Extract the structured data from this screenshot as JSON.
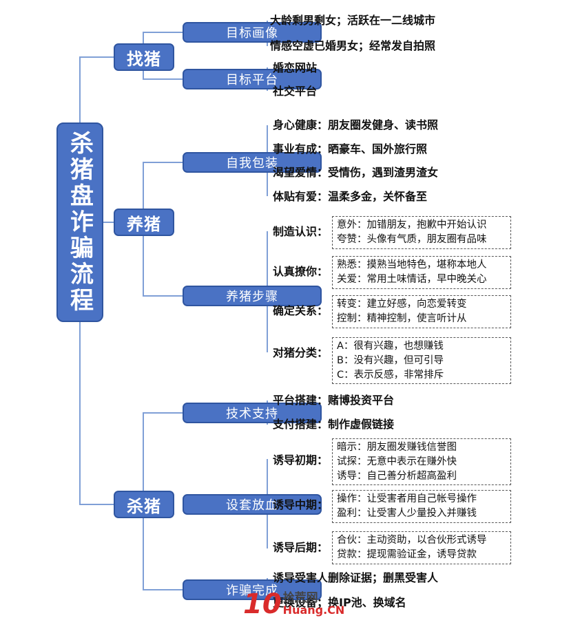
{
  "root": {
    "title": "杀猪盘诈骗流程"
  },
  "stages": [
    {
      "label": "找猪"
    },
    {
      "label": "养猪"
    },
    {
      "label": "杀猪"
    }
  ],
  "branches": {
    "target_profile": {
      "label": "目标画像",
      "items": [
        "大龄剩男剩女；活跃在一二线城市",
        "情感空虚已婚男女；经常发自拍照"
      ]
    },
    "target_platform": {
      "label": "目标平台",
      "items": [
        "婚恋网站",
        "社交平台"
      ]
    },
    "self_packaging": {
      "label": "自我包装",
      "items": [
        "身心健康：朋友圈发健身、读书照",
        "事业有成：晒豪车、国外旅行照",
        "渴望爱情：受情伤，遇到渣男渣女",
        "体贴有爱：温柔多金，关怀备至"
      ]
    },
    "raising_steps": {
      "label": "养猪步骤",
      "steps": [
        {
          "name": "制造认识：",
          "lines": [
            "意外：加错朋友，抱歉中开始认识",
            "夸赞：头像有气质，朋友圈有品味"
          ]
        },
        {
          "name": "认真撩你：",
          "lines": [
            "熟悉：摸熟当地特色，堪称本地人",
            "关爱：常用土味情话，早中晚关心"
          ]
        },
        {
          "name": "确定关系：",
          "lines": [
            "转变：建立好感，向恋爱转变",
            "控制：精神控制，使言听计从"
          ]
        },
        {
          "name": "对猪分类：",
          "lines": [
            "A：很有兴趣，也想赚钱",
            "B：没有兴趣，但可引导",
            "C：表示反感，非常排斥"
          ]
        }
      ]
    },
    "tech_support": {
      "label": "技术支持",
      "items": [
        "平台搭建：赌博投资平台",
        "支付搭建：制作虚假链接"
      ]
    },
    "bloodletting": {
      "label": "设套放血",
      "steps": [
        {
          "name": "诱导初期：",
          "lines": [
            "暗示：朋友圈发赚钱信誉图",
            "试探：无意中表示在赚外快",
            "诱导：自己善分析超高盈利"
          ]
        },
        {
          "name": "诱导中期：",
          "lines": [
            "操作：让受害者用自己帐号操作",
            "盈利：让受害人少量投入并赚钱"
          ]
        },
        {
          "name": "诱导后期：",
          "lines": [
            "合伙：主动资助，以合伙形式诱导",
            "贷款：提现需验证金，诱导贷款"
          ]
        }
      ]
    },
    "fraud_done": {
      "label": "诈骗完成",
      "items": [
        "诱导受害人删除证据；删黑受害人",
        "更换设备；换IP池、换域名"
      ]
    }
  },
  "watermark": {
    "number": "10",
    "brand": "拾荒网",
    "url": "Huang.CN"
  },
  "colors": {
    "box_fill": "#4a72c4",
    "box_border": "#2f55a0",
    "line": "#7f9fd6",
    "watermark_red": "#d92b2b"
  }
}
